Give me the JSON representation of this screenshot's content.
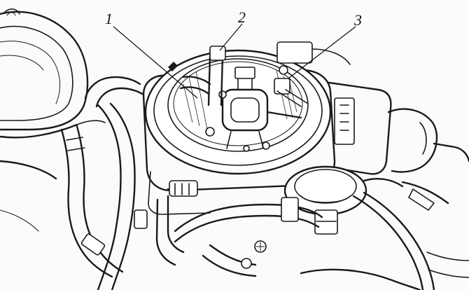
{
  "callouts": [
    {
      "id": "1",
      "label": "1"
    },
    {
      "id": "2",
      "label": "2"
    },
    {
      "id": "3",
      "label": "3"
    }
  ],
  "colors": {
    "ink": "#1a1a1a",
    "paper": "#fbfbfa"
  }
}
